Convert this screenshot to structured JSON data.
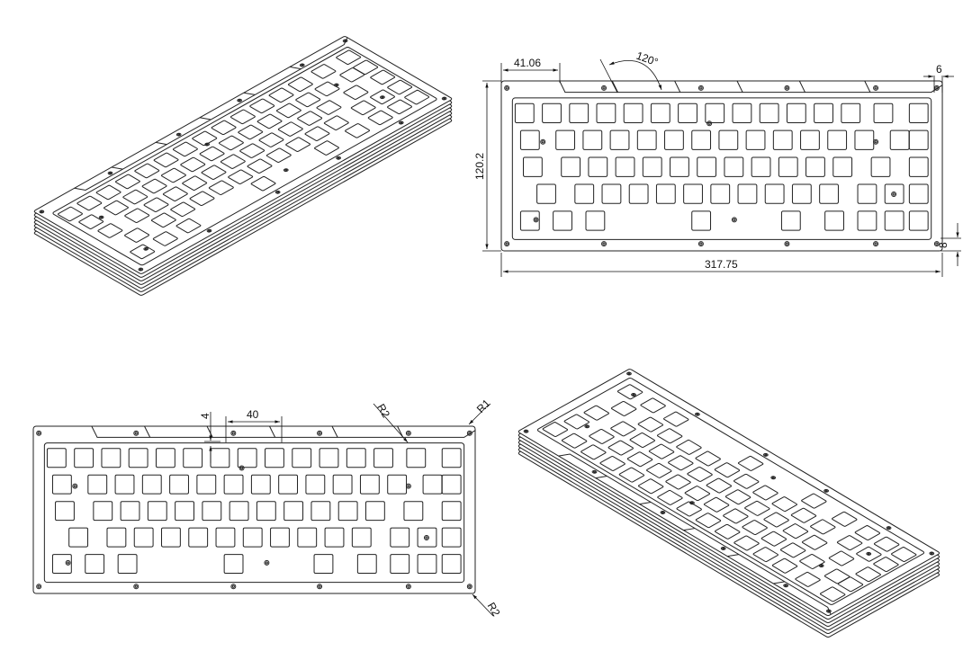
{
  "views": {
    "top_right_front": {
      "dimensions": {
        "offset_width": "41.06",
        "angle": "120°",
        "edge_offset": "6",
        "height": "120.2",
        "bottom_margin": "8",
        "total_width": "317.75"
      }
    },
    "bottom_left_front": {
      "dimensions": {
        "thickness": "4",
        "slot_width": "40",
        "radius_inner_top": "R2",
        "radius_corner": "R1",
        "radius_bottom": "R2"
      }
    }
  },
  "colors": {
    "line": "#222222",
    "background": "#ffffff"
  }
}
